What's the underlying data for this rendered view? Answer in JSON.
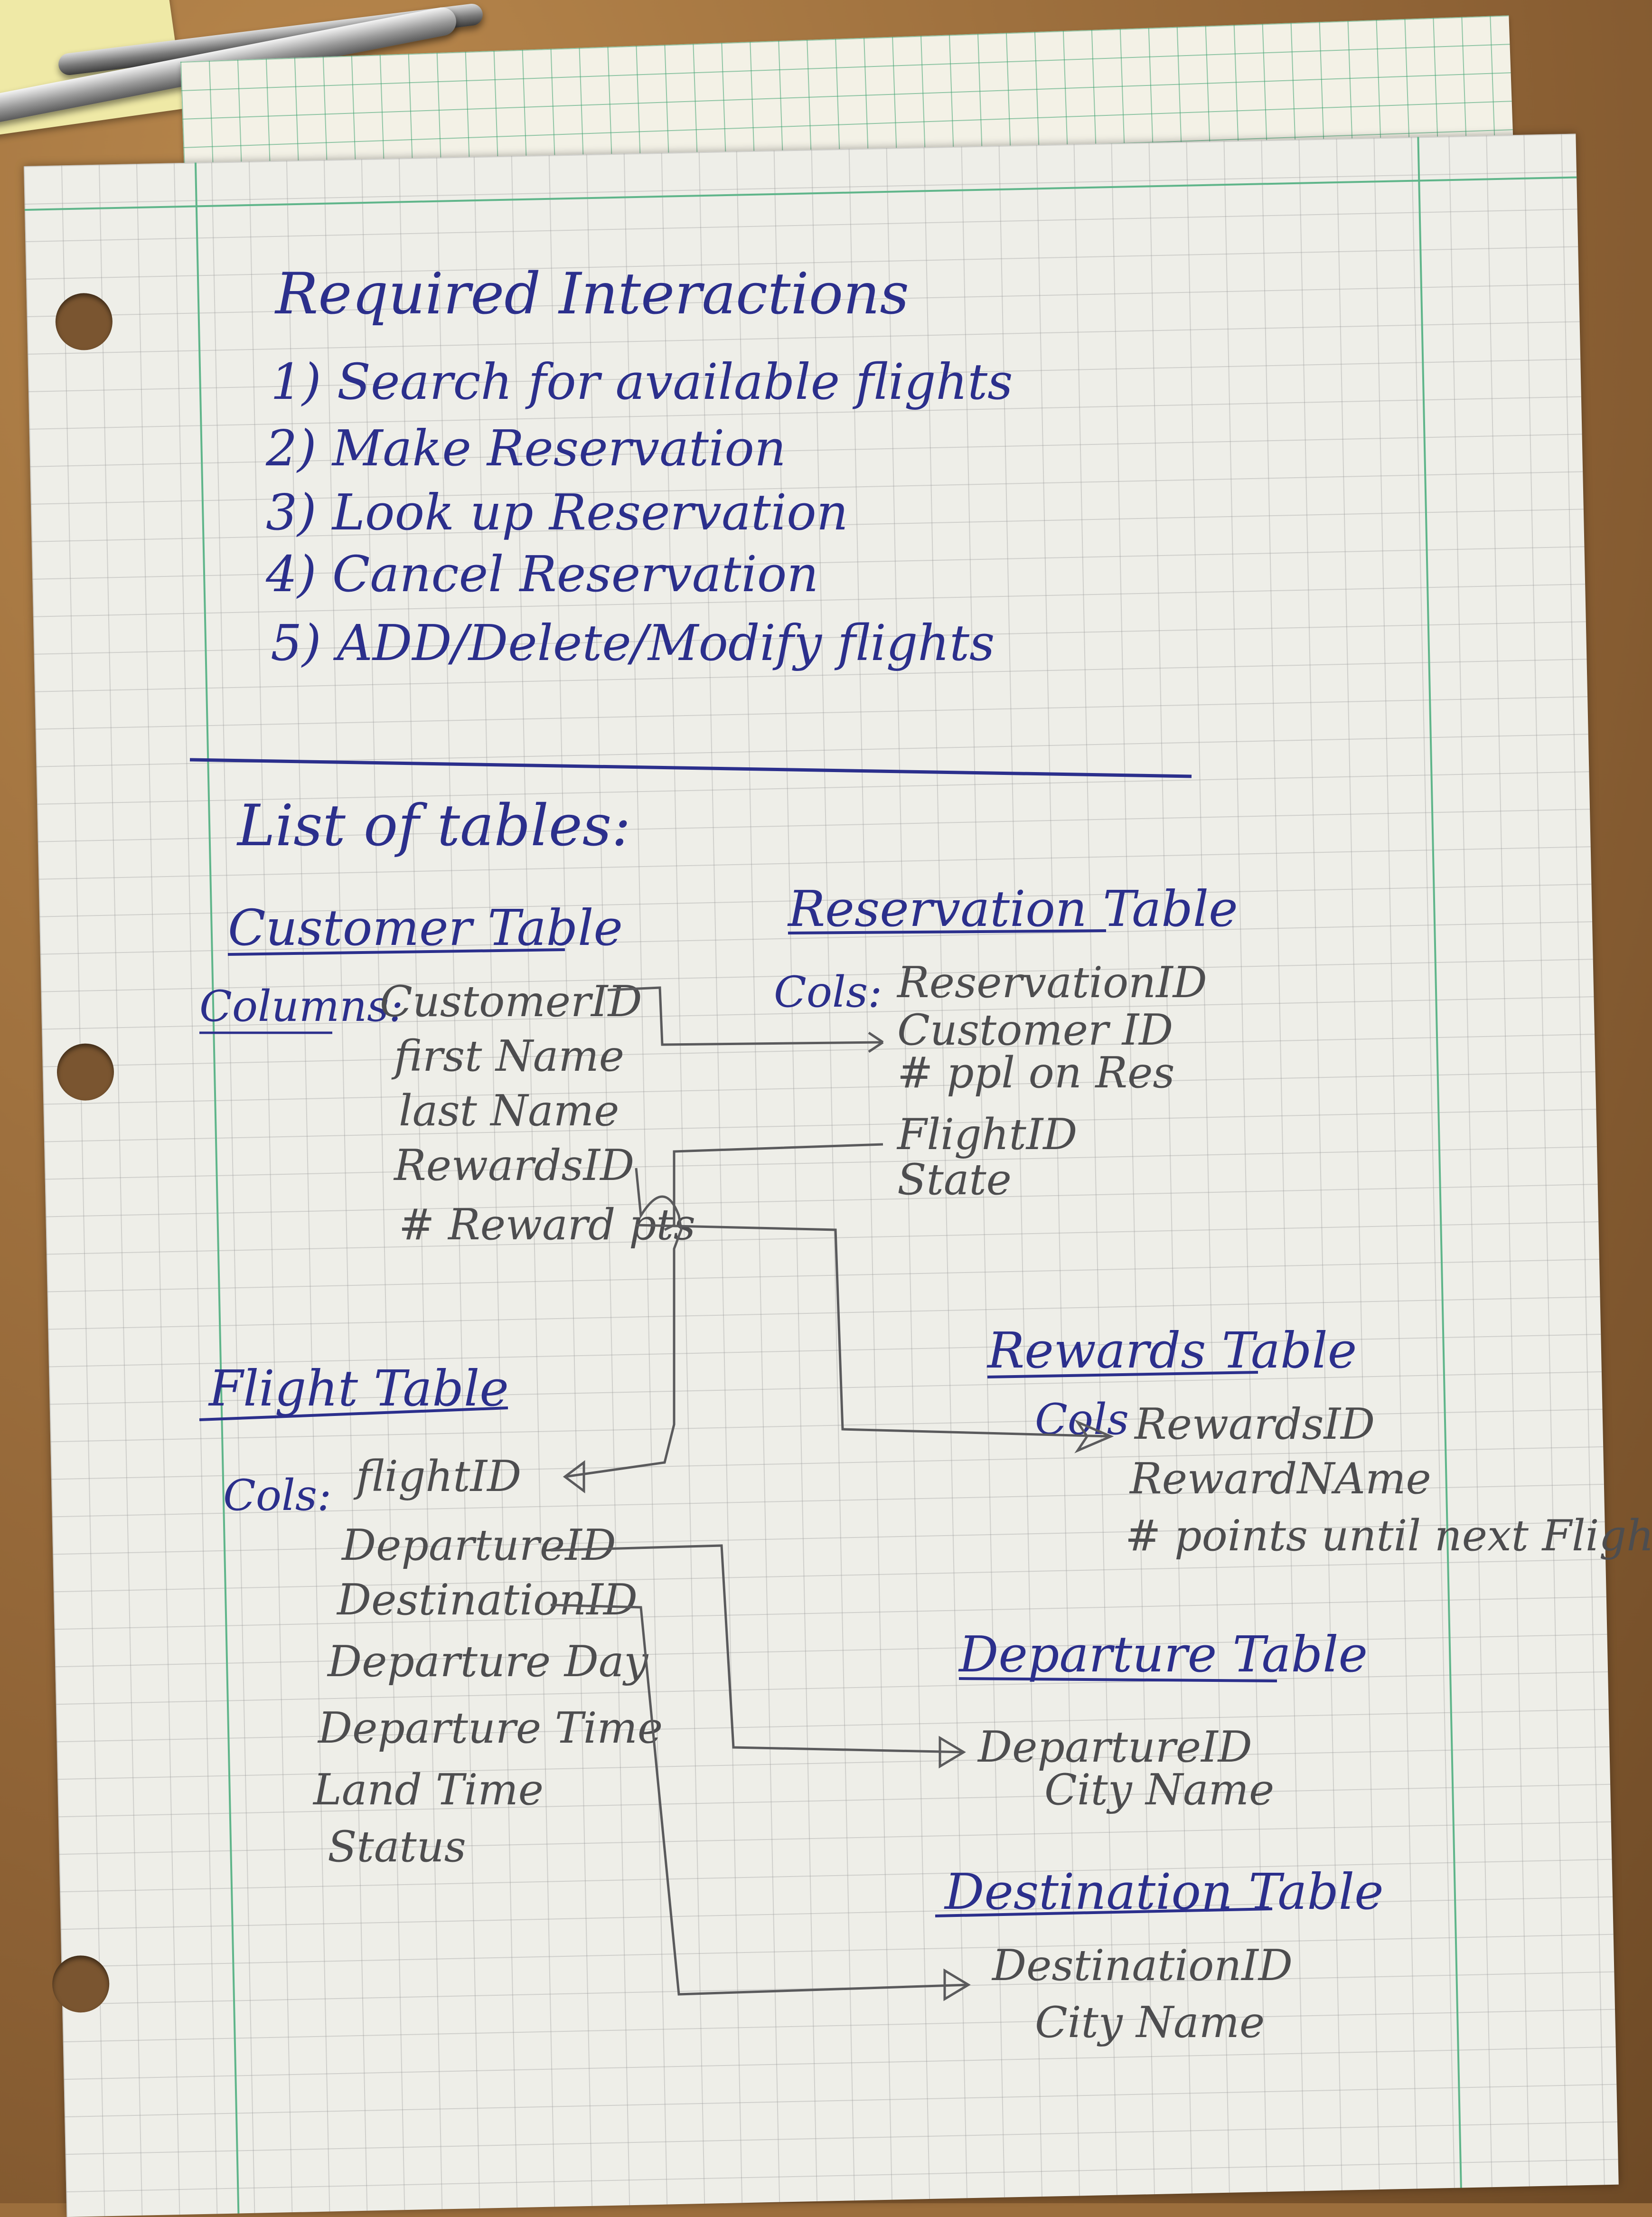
{
  "notes": {
    "heading": "Required Interactions",
    "interactions": [
      "1) Search for available flights",
      "2) Make Reservation",
      "3) Look up Reservation",
      "4) Cancel Reservation",
      "5) ADD/Delete/Modify flights"
    ],
    "list_heading": "List of tables:"
  },
  "tables": {
    "customer": {
      "title": "Customer Table",
      "cols_label": "Columns:",
      "columns": [
        "CustomerID",
        "first Name",
        "last Name",
        "RewardsID",
        "# Reward pts"
      ]
    },
    "reservation": {
      "title": "Reservation Table",
      "cols_label": "Cols:",
      "columns": [
        "ReservationID",
        "Customer ID",
        "# ppl on Res",
        "FlightID",
        "State"
      ]
    },
    "rewards": {
      "title": "Rewards Table",
      "cols_label": "Cols",
      "columns": [
        "RewardsID",
        "RewardNAme",
        "# points until next Flight"
      ]
    },
    "flight": {
      "title": "Flight Table",
      "cols_label": "Cols:",
      "columns": [
        "flightID",
        "DepartureID",
        "DestinationID",
        "Departure Day",
        "Departure Time",
        "Land Time",
        "Status"
      ]
    },
    "departure": {
      "title": "Departure Table",
      "columns": [
        "DepartureID",
        "City Name"
      ]
    },
    "destination": {
      "title": "Destination Table",
      "columns": [
        "DestinationID",
        "City Name"
      ]
    }
  },
  "colors": {
    "ink_blue": "#2b2f8c",
    "pencil": "#4d4d4f",
    "paper": "#eeeee8",
    "margin_green": "#5fb58a",
    "desk": "#9c6e3c"
  }
}
